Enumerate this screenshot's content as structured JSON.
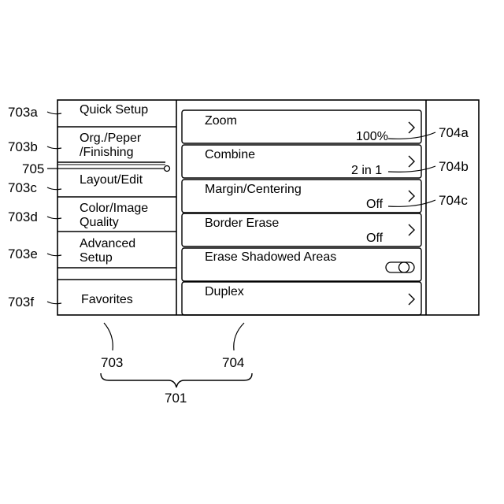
{
  "menu": {
    "items": [
      {
        "ref": "703a",
        "label": "Quick Setup"
      },
      {
        "ref": "703b",
        "label": "Org./Peper\n/Finishing"
      },
      {
        "ref": "703c",
        "label": "Layout/Edit"
      },
      {
        "ref": "703d",
        "label": "Color/Image\nQuality"
      },
      {
        "ref": "703e",
        "label": "Advanced\nSetup"
      },
      {
        "ref": "703f",
        "label": "Favorites"
      }
    ],
    "indicator_ref": "705"
  },
  "settings": {
    "items": [
      {
        "ref": "704a",
        "label": "Zoom",
        "value": "100%",
        "control": "chevron"
      },
      {
        "ref": "704b",
        "label": "Combine",
        "value": "2 in 1",
        "control": "chevron"
      },
      {
        "ref": "704c",
        "label": "Margin/Centering",
        "value": "Off",
        "control": "chevron"
      },
      {
        "ref": "",
        "label": "Border Erase",
        "value": "Off",
        "control": "chevron"
      },
      {
        "ref": "",
        "label": "Erase Shadowed Areas",
        "value": "",
        "control": "toggle"
      },
      {
        "ref": "",
        "label": "Duplex",
        "value": "",
        "control": "chevron"
      }
    ]
  },
  "refs": {
    "menu_panel": "703",
    "settings_panel": "704",
    "screen": "701"
  }
}
